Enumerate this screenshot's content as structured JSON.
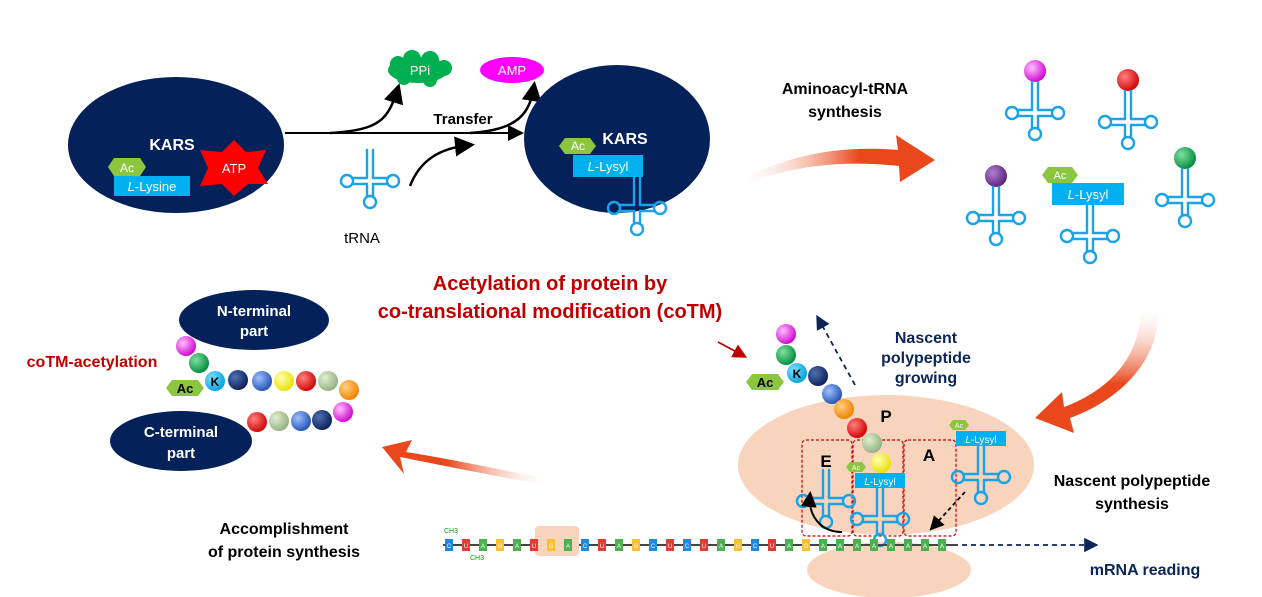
{
  "top": {
    "kars_label": "KARS",
    "ac": "Ac",
    "atp": "ATP",
    "lysine_prefix": "L",
    "lysine_suffix": "-Lysine",
    "ppi": "PPi",
    "amp": "AMP",
    "transfer": "Transfer",
    "trna": "tRNA",
    "kars2_label": "KARS",
    "lysyl_prefix": "L",
    "lysyl_suffix": "-Lysyl",
    "aminoacyl_line1": "Aminoacyl-tRNA",
    "aminoacyl_line2": "synthesis"
  },
  "middle": {
    "cotm_title_line1": "Acetylation of protein by",
    "cotm_title_line2": "co-translational modification (coTM)",
    "nascent_growing_line1": "Nascent",
    "nascent_growing_line2": "polypeptide",
    "nascent_growing_line3": "growing",
    "nascent_synthesis_line1": "Nascent polypeptide",
    "nascent_synthesis_line2": "synthesis",
    "p_site": "P",
    "e_site": "E",
    "a_site": "A",
    "k": "K",
    "mrna_reading": "mRNA reading"
  },
  "left": {
    "n_terminal_line1": "N-terminal",
    "n_terminal_line2": "part",
    "c_terminal_line1": "C-terminal",
    "c_terminal_line2": "part",
    "cotm_acetylation": "coTM-acetylation",
    "accomplishment_line1": "Accomplishment",
    "accomplishment_line2": "of protein synthesis"
  },
  "mrna": {
    "ch3_top": "CH3",
    "ch3_bottom": "CH3",
    "codons": [
      "C",
      "U",
      "A",
      "G",
      "A",
      "U",
      "G",
      "A",
      "C",
      "U",
      "A",
      "G",
      "C",
      "U",
      "C",
      "U",
      "A",
      "G",
      "C",
      "U",
      "A",
      "G",
      "A",
      "A",
      "A",
      "A",
      "A",
      "A",
      "A",
      "A"
    ]
  },
  "colors": {
    "navy": "#0b2557",
    "kars_fill": "#04215a",
    "cyan": "#00b0f0",
    "trna_blue": "#1aa3e8",
    "ac_green": "#8cc63f",
    "atp_red": "#ff0000",
    "ppi_green": "#00b050",
    "amp_magenta": "#ff00ff",
    "title_red": "#c00000",
    "ribosome": "#f8d4bc",
    "arrow_red": "#e8481b"
  }
}
